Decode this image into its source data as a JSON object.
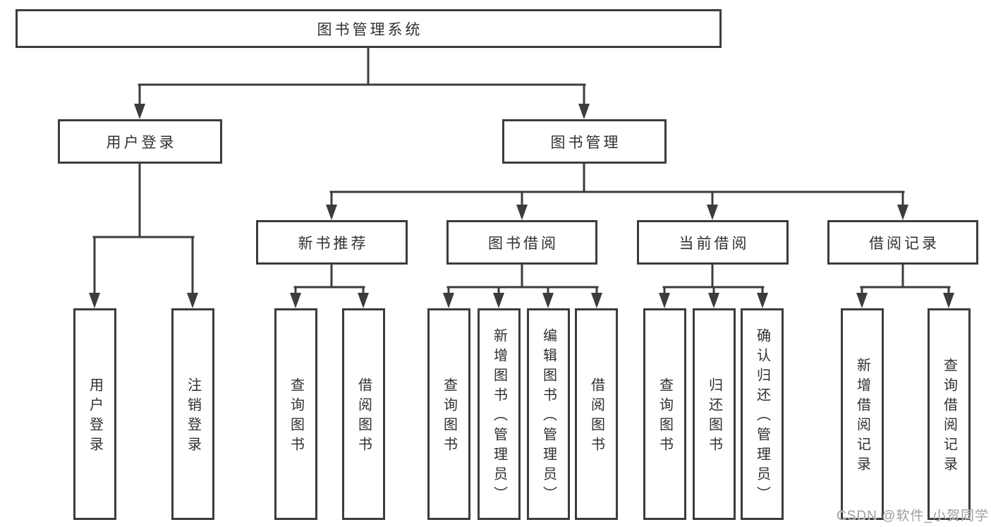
{
  "colors": {
    "line": "#3c3c3c",
    "box_border": "#3c3c3c",
    "text": "#303030",
    "background": "#ffffff",
    "watermark": "#9e9e9e"
  },
  "nodes": {
    "root": "图书管理系统",
    "user_login": "用户登录",
    "book_management": "图书管理",
    "new_book_recommend": "新书推荐",
    "book_borrowing": "图书借阅",
    "current_borrowing": "当前借阅",
    "borrowing_records": "借阅记录",
    "ul_user_login": "用户登录",
    "ul_logout": "注销登录",
    "nr_query_books": "查询图书",
    "nr_borrow_books": "借阅图书",
    "bb_query_books": "查询图书",
    "bb_add_books": "新增图书（管理员）",
    "bb_edit_books": "编辑图书（管理员）",
    "bb_borrow_books": "借阅图书",
    "cb_query_books": "查询图书",
    "cb_return_books": "归还图书",
    "cb_confirm_return": "确认归还（管理员）",
    "br_add_record": "新增借阅记录",
    "br_query_record": "查询借阅记录"
  },
  "hierarchy": {
    "图书管理系统": {
      "用户登录": [
        "用户登录",
        "注销登录"
      ],
      "图书管理": {
        "新书推荐": [
          "查询图书",
          "借阅图书"
        ],
        "图书借阅": [
          "查询图书",
          "新增图书（管理员）",
          "编辑图书（管理员）",
          "借阅图书"
        ],
        "当前借阅": [
          "查询图书",
          "归还图书",
          "确认归还（管理员）"
        ],
        "借阅记录": [
          "新增借阅记录",
          "查询借阅记录"
        ]
      }
    }
  },
  "watermark": "CSDN @软件_小贺同学"
}
